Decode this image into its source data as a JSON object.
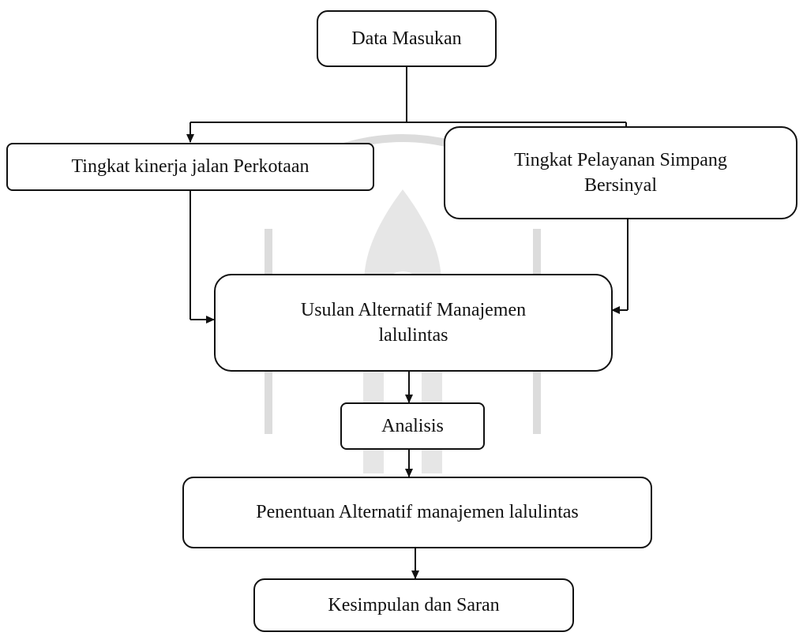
{
  "diagram": {
    "nodes": {
      "input": "Data Masukan",
      "road_performance": "Tingkat kinerja jalan Perkotaan",
      "intersection_service": "Tingkat Pelayanan Simpang Bersinyal",
      "proposal": "Usulan Alternatif Manajemen lalulintas",
      "analysis": "Analisis",
      "determination": "Penentuan Alternatif manajemen lalulintas",
      "conclusion": "Kesimpulan dan Saran"
    },
    "edges": [
      [
        "input",
        "road_performance"
      ],
      [
        "input",
        "intersection_service"
      ],
      [
        "road_performance",
        "proposal"
      ],
      [
        "intersection_service",
        "proposal"
      ],
      [
        "proposal",
        "analysis"
      ],
      [
        "analysis",
        "determination"
      ],
      [
        "determination",
        "conclusion"
      ]
    ]
  },
  "colors": {
    "line": "#111111",
    "watermark": "#d9d9d9"
  }
}
